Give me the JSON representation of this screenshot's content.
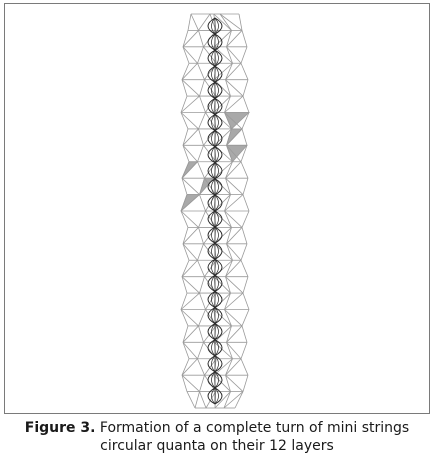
{
  "figure": {
    "layer_count": 12,
    "colors": {
      "mesh": "#9a9a9a",
      "spindle": "#2a2a2a",
      "fill": "#8c8c8c"
    }
  },
  "caption": {
    "label": "Figure 3.",
    "text": " Formation of a complete turn of mini strings circular quanta on their 12 layers"
  }
}
